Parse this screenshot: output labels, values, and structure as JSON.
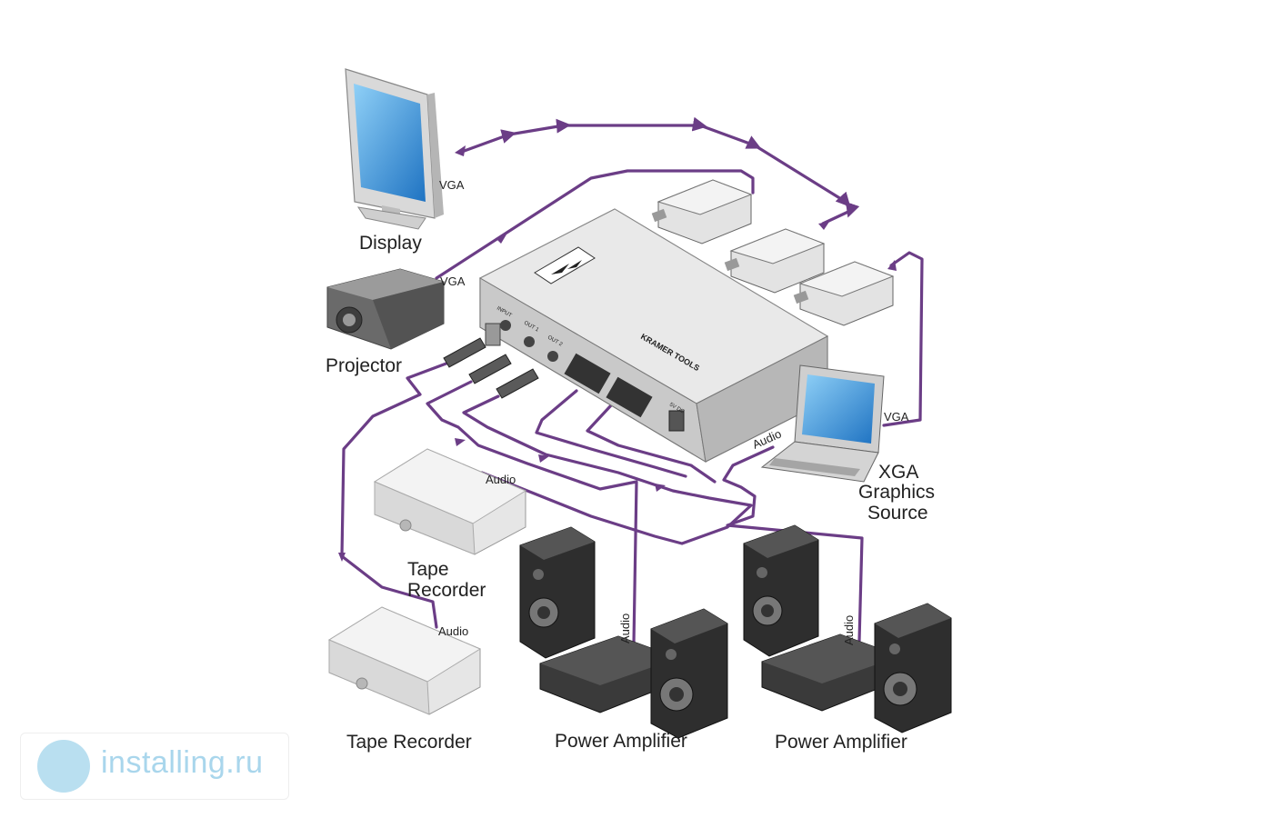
{
  "labels": {
    "display": "Display",
    "projector": "Projector",
    "vga_display": "VGA",
    "vga_projector": "VGA",
    "vga_source": "VGA",
    "audio_source": "Audio",
    "xga_line1": "XGA",
    "xga_line2": "Graphics",
    "xga_line3": "Source",
    "tape_recorder_1_line1": "Tape",
    "tape_recorder_1_line2": "Recorder",
    "audio_tape_1": "Audio",
    "tape_recorder_2": "Tape Recorder",
    "audio_tape_2": "Audio",
    "power_amplifier_1": "Power Amplifier",
    "audio_amp_1": "Audio",
    "power_amplifier_2": "Power Amplifier",
    "audio_amp_2": "Audio",
    "device_brand": "KRAMER TOOLS",
    "port_input": "INPUT",
    "port_out1": "OUT 1",
    "port_out2": "OUT 2",
    "port_power": "5V DC"
  },
  "watermark": {
    "text": "installing.ru"
  },
  "colors": {
    "cable": "#6b3d86",
    "screen": "#2f8fd6",
    "device": "#d8d8d8"
  }
}
